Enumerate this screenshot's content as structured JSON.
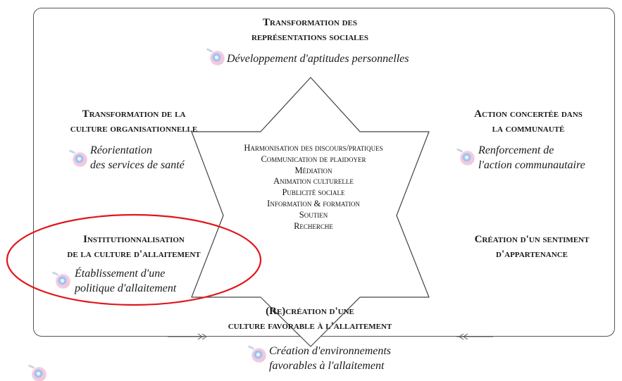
{
  "top": {
    "heading": [
      "Transformation des",
      "représentations sociales"
    ],
    "subtitle": "Développement d'aptitudes personnelles"
  },
  "left_upper": {
    "heading": [
      "Transformation de la",
      "culture organisationnelle"
    ],
    "subtitle": [
      "Réorientation",
      "des services de santé"
    ]
  },
  "right_upper": {
    "heading": [
      "Action concertée dans",
      "la communauté"
    ],
    "subtitle": [
      "Renforcement de",
      "l'action communautaire"
    ]
  },
  "left_lower": {
    "heading": [
      "Institutionnalisation",
      "de la culture d'allaitement"
    ],
    "subtitle": [
      "Établissement d'une",
      "politique d'allaitement"
    ]
  },
  "right_lower": {
    "heading": [
      "Création d'un sentiment",
      "d'appartenance"
    ]
  },
  "bottom": {
    "heading": [
      "(Re)création d'une",
      "culture favorable à l'allaitement"
    ],
    "subtitle": [
      "Création d'environnements",
      "favorables à l'allaitement"
    ]
  },
  "center_items": [
    "Harmonisation des discours/pratiques",
    "Communication de plaidoyer",
    "Médiation",
    "Animation culturelle",
    "Publicité sociale",
    "Information & formation",
    "Soutien",
    "Recherche"
  ],
  "colors": {
    "highlight_ellipse": "#e0161b",
    "lines": "#555555"
  },
  "icons": [
    "swirl-icon"
  ]
}
